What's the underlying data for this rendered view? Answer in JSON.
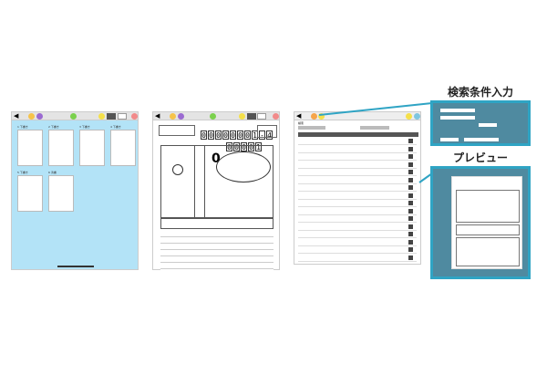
{
  "thumbnails": [
    {
      "label": "1 下書き"
    },
    {
      "label": "2 下書き"
    },
    {
      "label": "3 下書き"
    },
    {
      "label": "4 下書き"
    },
    {
      "label": "5 下書き"
    },
    {
      "label": "6 清書"
    }
  ],
  "worksheet": {
    "id_digits": [
      "0",
      "0",
      "0",
      "0",
      "0",
      "0",
      "0",
      "1",
      "-",
      "4"
    ],
    "sub_digits": [
      "0",
      "0",
      "0",
      "0",
      "1"
    ],
    "big_zero": "0"
  },
  "list": {
    "header": "検索"
  },
  "callouts": {
    "search": "検索条件入力",
    "preview": "プレビュー"
  },
  "colors": {
    "tablet_bg": "#b3e3f7",
    "accent": "#2fa4c4",
    "preview_bg": "#4f8aa0"
  }
}
